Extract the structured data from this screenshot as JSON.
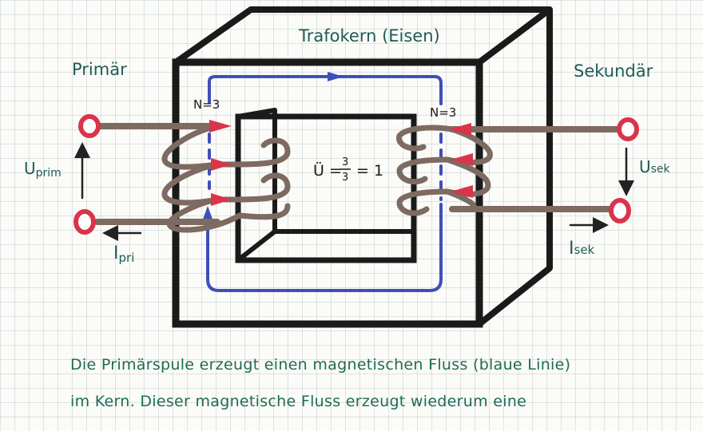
{
  "labels": {
    "core": "Trafokern (Eisen)",
    "primary": "Primär",
    "secondary": "Sekundär",
    "n_primary": "N=3",
    "n_secondary": "N=3",
    "ratio_lhs": "Ü =",
    "ratio_num": "3",
    "ratio_den": "3",
    "ratio_rhs": "= 1",
    "u_prim_main": "U",
    "u_prim_sub": "prim",
    "u_sek_main": "U",
    "u_sek_sub": "sek",
    "i_pri_main": "I",
    "i_pri_sub": "pri",
    "i_sek_main": "I",
    "i_sek_sub": "sek"
  },
  "notes": [
    "Die Primärspule erzeugt einen magnetischen Fluss (blaue Linie)",
    "im Kern. Dieser magnetische Fluss erzeugt wiederum eine"
  ],
  "colors": {
    "ink": "#1a1a1a",
    "wire": "#7d6a60",
    "flux": "#3f4fb8",
    "terminal": "#d9344a",
    "text": "#1f6b55"
  }
}
